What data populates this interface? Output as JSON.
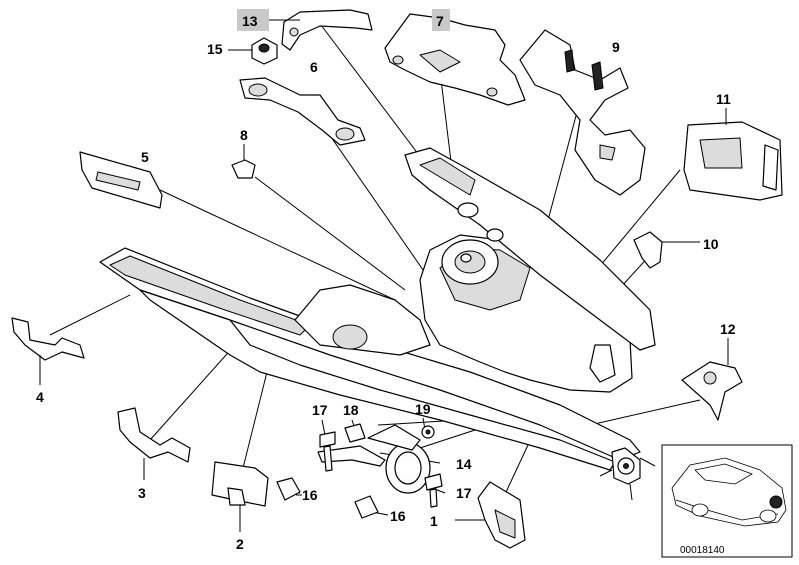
{
  "diagram": {
    "highlighted_callouts": [
      "13",
      "7"
    ],
    "callouts": [
      {
        "id": "1",
        "label": "1"
      },
      {
        "id": "2",
        "label": "2"
      },
      {
        "id": "3",
        "label": "3"
      },
      {
        "id": "4",
        "label": "4"
      },
      {
        "id": "5",
        "label": "5"
      },
      {
        "id": "6",
        "label": "6"
      },
      {
        "id": "7",
        "label": "7"
      },
      {
        "id": "8",
        "label": "8"
      },
      {
        "id": "9",
        "label": "9"
      },
      {
        "id": "10",
        "label": "10"
      },
      {
        "id": "11",
        "label": "11"
      },
      {
        "id": "12",
        "label": "12"
      },
      {
        "id": "13",
        "label": "13"
      },
      {
        "id": "14",
        "label": "14"
      },
      {
        "id": "15",
        "label": "15"
      },
      {
        "id": "16a",
        "label": "16"
      },
      {
        "id": "16b",
        "label": "16"
      },
      {
        "id": "17a",
        "label": "17"
      },
      {
        "id": "17b",
        "label": "17"
      },
      {
        "id": "18",
        "label": "18"
      },
      {
        "id": "19",
        "label": "19"
      }
    ],
    "image_code": "00018140",
    "colors": {
      "highlight": "#c9c9c9",
      "line": "#000000",
      "background": "#ffffff"
    }
  }
}
